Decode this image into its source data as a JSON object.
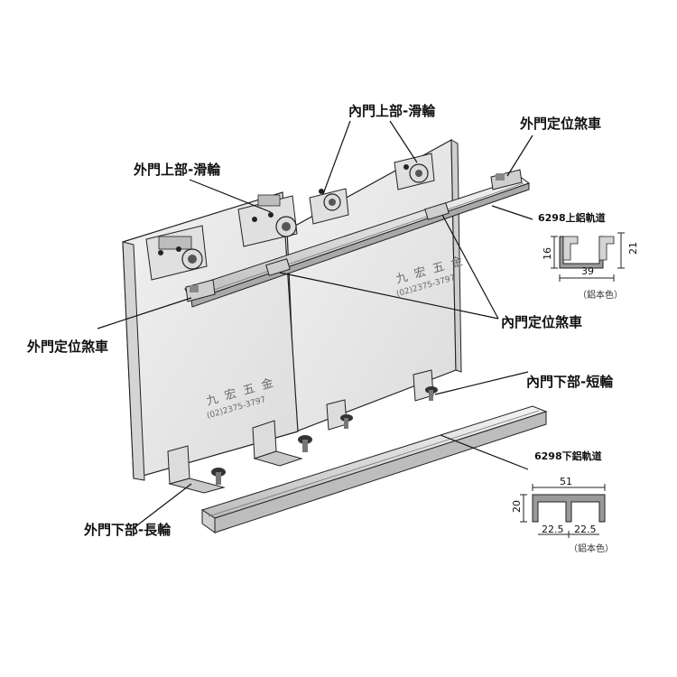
{
  "labels": {
    "inner_top_roller": "內門上部-滑輪",
    "outer_top_roller": "外門上部-滑輪",
    "outer_stop_right": "外門定位煞車",
    "outer_stop_left": "外門定位煞車",
    "inner_stop": "內門定位煞車",
    "inner_bottom_short": "內門下部-短輪",
    "outer_bottom_long": "外門下部-長輪"
  },
  "upper_track": {
    "title": "6298上鋁軌道",
    "dim_width": "39",
    "dim_height_left": "16",
    "dim_height_right": "21",
    "note": "（鋁本色）"
  },
  "lower_track": {
    "title": "6298下鋁軌道",
    "dim_width": "51",
    "dim_height": "20",
    "dim_left": "22.5",
    "dim_right": "22.5",
    "note": "（鋁本色）"
  },
  "brand": {
    "name": "九 宏 五 金",
    "phone": "(02)2375-3797"
  },
  "colors": {
    "door": "#e9e9e9",
    "line": "#222222",
    "track": "#d9d9d9"
  }
}
